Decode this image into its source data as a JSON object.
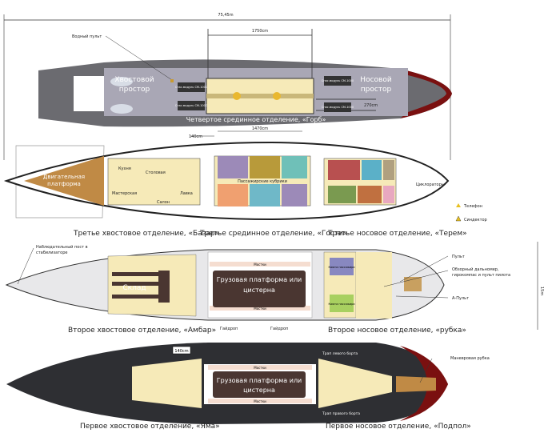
{
  "dimensions": {
    "total_length": "75,45m",
    "deck4_mid": "1750cm",
    "deck4_height": "270cm",
    "deck3_gap": "140cm",
    "deck3_mid": "1470cm",
    "deck1_gap": "140cm",
    "height": "15m"
  },
  "deck4": {
    "caption": "Четвертое срединное отделение, «Горб»",
    "tail_space": [
      "Хвостовой",
      "простор"
    ],
    "nose_space": [
      "Носовой",
      "простор"
    ],
    "water_console": "Водный пульт",
    "modules": [
      "Спас.модуль СМ-1000",
      "Спас.модуль СМ-1000",
      "Спас.модуль СМ-1000",
      "Спас.модуль СМ-1000"
    ]
  },
  "deck3": {
    "caption_tail": "Третье хвостовое отделение, «Базар»",
    "caption_mid": "Третье срединное отделение, «Гости»",
    "caption_nose": "Третье носовое отделение, «Терем»",
    "engine_platform": [
      "Двигательная",
      "платформа"
    ],
    "rooms": {
      "kitchen": "Кухня",
      "dining": "Столовая",
      "workshop": "Мастерская",
      "salon": "Салон",
      "shop": "Лавка",
      "cabins": "Пассажирские кубрики",
      "cyclorators": "Циклораторы"
    }
  },
  "legend": {
    "phone": "Телефон",
    "syndector": "Синдектор"
  },
  "deck2": {
    "caption_tail": "Второе хвостовое отделение, «Амбар»",
    "caption_nose": "Второе носовое отделение, «рубка»",
    "observation": [
      "Наблюдательный пост в",
      "стабилизаторе"
    ],
    "storage": "Склад",
    "cargo": [
      "Грузовая платформа или",
      "цистерна"
    ],
    "bridge": "Мостки",
    "guide_rope": "Гайдроп",
    "cabin": "Каюта пассажира",
    "console": "Пульт",
    "rangefinder": [
      "Обзорный дальномер,",
      "гирокомпас и пульт пилота"
    ],
    "a_console": "А-Пульт"
  },
  "deck1": {
    "caption_tail": "Первое хвостовое отделение, «Яма»",
    "caption_nose": "Первое носовое отделение, «Подпол»",
    "cargo": [
      "Грузовая платформа или",
      "цистерна"
    ],
    "bridge": "Мостки",
    "left_ramp": "Трап левого борта",
    "right_ramp": "Трап правого борта",
    "maneuver": "Маневровая рубка"
  },
  "colors": {
    "hull_gray": "#6b6b70",
    "hull_dark": "#2e2f33",
    "cream": "#f6eab8",
    "cargo": "#4a3631",
    "engine": "#c08a45"
  }
}
